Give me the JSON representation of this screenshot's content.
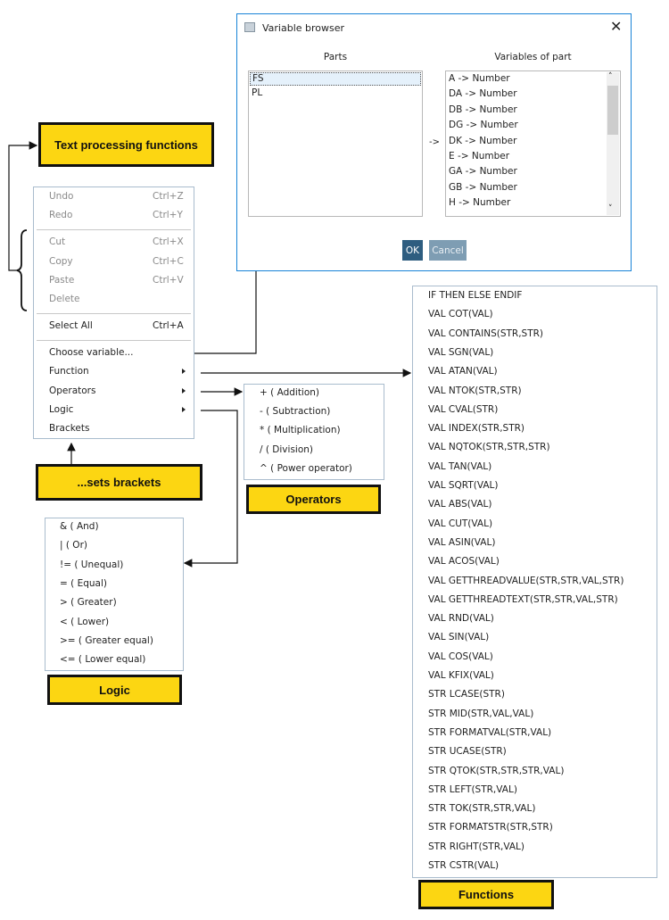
{
  "dialog": {
    "title": "Variable browser",
    "close_icon": "close-icon",
    "parts_header": "Parts",
    "variables_header": "Variables of part",
    "arrow_text": "->",
    "parts": [
      "FS",
      "PL"
    ],
    "selected_part": "FS",
    "variables": [
      "A -> Number",
      "DA -> Number",
      "DB -> Number",
      "DG -> Number",
      "DK -> Number",
      "E -> Number",
      "GA -> Number",
      "GB -> Number",
      "H -> Number"
    ],
    "ok_label": "OK",
    "cancel_label": "Cancel"
  },
  "context_menu": {
    "items": [
      {
        "label": "Undo",
        "shortcut": "Ctrl+Z"
      },
      {
        "label": "Redo",
        "shortcut": "Ctrl+Y"
      },
      {
        "label": "Cut",
        "shortcut": "Ctrl+X"
      },
      {
        "label": "Copy",
        "shortcut": "Ctrl+C"
      },
      {
        "label": "Paste",
        "shortcut": "Ctrl+V"
      },
      {
        "label": "Delete",
        "shortcut": ""
      },
      {
        "label": "Select All",
        "shortcut": "Ctrl+A"
      },
      {
        "label": "Choose variable...",
        "shortcut": ""
      },
      {
        "label": "Function",
        "shortcut": ""
      },
      {
        "label": "Operators",
        "shortcut": ""
      },
      {
        "label": "Logic",
        "shortcut": ""
      },
      {
        "label": "Brackets",
        "shortcut": ""
      }
    ]
  },
  "operators": [
    "+ ( Addition)",
    "- ( Subtraction)",
    "* ( Multiplication)",
    "/ ( Division)",
    "^ ( Power operator)"
  ],
  "logic": [
    "& ( And)",
    "| ( Or)",
    "!= ( Unequal)",
    "= ( Equal)",
    "> ( Greater)",
    "< ( Lower)",
    ">= ( Greater equal)",
    "<= ( Lower equal)"
  ],
  "functions": [
    "IF THEN ELSE ENDIF",
    "VAL COT(VAL)",
    "VAL CONTAINS(STR,STR)",
    "VAL SGN(VAL)",
    "VAL ATAN(VAL)",
    "VAL NTOK(STR,STR)",
    "VAL CVAL(STR)",
    "VAL INDEX(STR,STR)",
    "VAL NQTOK(STR,STR,STR)",
    "VAL TAN(VAL)",
    "VAL SQRT(VAL)",
    "VAL ABS(VAL)",
    "VAL CUT(VAL)",
    "VAL ASIN(VAL)",
    "VAL ACOS(VAL)",
    "VAL GETTHREADVALUE(STR,STR,VAL,STR)",
    "VAL GETTHREADTEXT(STR,STR,VAL,STR)",
    "VAL RND(VAL)",
    "VAL SIN(VAL)",
    "VAL COS(VAL)",
    "VAL KFIX(VAL)",
    "STR LCASE(STR)",
    "STR MID(STR,VAL,VAL)",
    "STR FORMATVAL(STR,VAL)",
    "STR UCASE(STR)",
    "STR QTOK(STR,STR,STR,VAL)",
    "STR LEFT(STR,VAL)",
    "STR TOK(STR,STR,VAL)",
    "STR FORMATSTR(STR,STR)",
    "STR RIGHT(STR,VAL)",
    "STR CSTR(VAL)"
  ],
  "callouts": {
    "text_processing": "Text processing functions",
    "sets_brackets": "...sets brackets",
    "operators": "Operators",
    "logic": "Logic",
    "functions": "Functions"
  },
  "colors": {
    "callout": "#fcd612",
    "dialog_border": "#1883d7",
    "ok_button": "#2e5d80",
    "cancel_button": "#7e9db3"
  }
}
